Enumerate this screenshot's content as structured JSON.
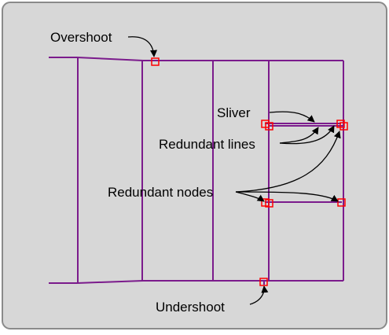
{
  "diagram": {
    "colors": {
      "frame_fill": "#d7d7d7",
      "frame_stroke": "#8a8a8a",
      "line": "#7b1b8c",
      "error_marker": "#ff0000",
      "arrow": "#000000"
    },
    "labels": {
      "overshoot": "Overshoot",
      "sliver": "Sliver",
      "redundant_lines": "Redundant lines",
      "redundant_nodes": "Redundant nodes",
      "undershoot": "Undershoot"
    }
  }
}
